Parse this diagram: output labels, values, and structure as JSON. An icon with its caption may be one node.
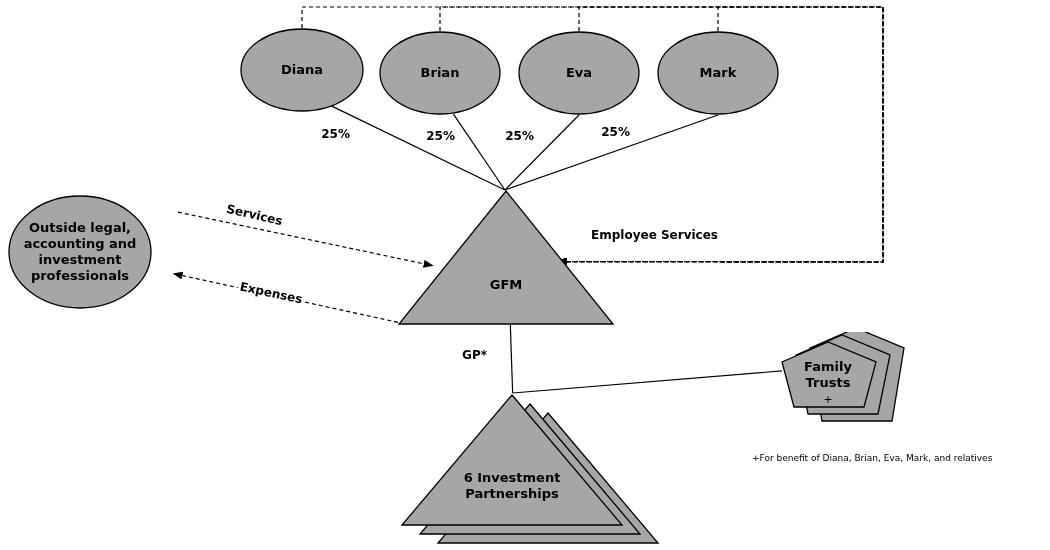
{
  "diagram": {
    "nodes": [
      {
        "text": [
          "Diana"
        ]
      },
      {
        "text": [
          "Brian"
        ]
      },
      {
        "text": [
          "Eva"
        ]
      },
      {
        "text": [
          "Mark"
        ]
      },
      {
        "text": [
          "Outside legal, accounting and investment professionals"
        ]
      },
      {
        "text": [
          "GFM"
        ]
      },
      {
        "text": [
          "6 Investment Partnerships"
        ]
      },
      {
        "text": [
          "Family Trusts",
          "+"
        ]
      }
    ],
    "edges": [
      {
        "from": 0,
        "to": 5,
        "arrow": "none",
        "label": "25%"
      },
      {
        "from": 1,
        "to": 5,
        "arrow": "none",
        "label": "25%"
      },
      {
        "from": 2,
        "to": 5,
        "arrow": "none",
        "label": "25%"
      },
      {
        "from": 3,
        "to": 5,
        "arrow": "none",
        "label": "25%"
      },
      {
        "from": 0,
        "to": 5,
        "arrow": "to",
        "style": "dashed"
      },
      {
        "from": 1,
        "to": 5,
        "arrow": "to",
        "style": "dashed"
      },
      {
        "from": 2,
        "to": 5,
        "arrow": "to",
        "style": "dashed"
      },
      {
        "from": 3,
        "to": 5,
        "arrow": "to",
        "style": "dashed",
        "label": "Employee Services"
      },
      {
        "from": 4,
        "to": 5,
        "arrow": "to",
        "style": "dashed",
        "label": "Services"
      },
      {
        "from": 5,
        "to": 4,
        "arrow": "to",
        "style": "dashed",
        "label": "Expenses"
      },
      {
        "from": 5,
        "to": 6,
        "arrow": "none",
        "label": "GP*"
      },
      {
        "from": 6,
        "to": 7,
        "arrow": "none"
      }
    ],
    "labels": [
      "+For benefit of Diana, Brian, Eva, Mark, and relatives"
    ]
  }
}
